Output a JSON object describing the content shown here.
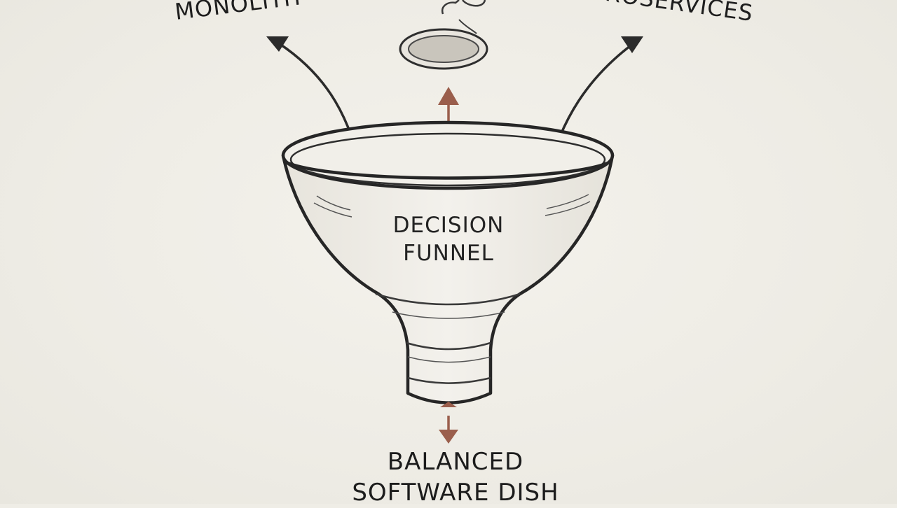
{
  "diagram": {
    "left_option": "MONOLITH",
    "right_option": "MICROSERVICES",
    "center_lines": [
      "DECISION",
      "FUNNEL"
    ],
    "result_lines": [
      "BALANCED",
      "SOFTWARE DISH"
    ]
  },
  "colors": {
    "background": "#efede6",
    "outline": "#2a2a2a",
    "accent_arrow": "#9a5e4c"
  }
}
